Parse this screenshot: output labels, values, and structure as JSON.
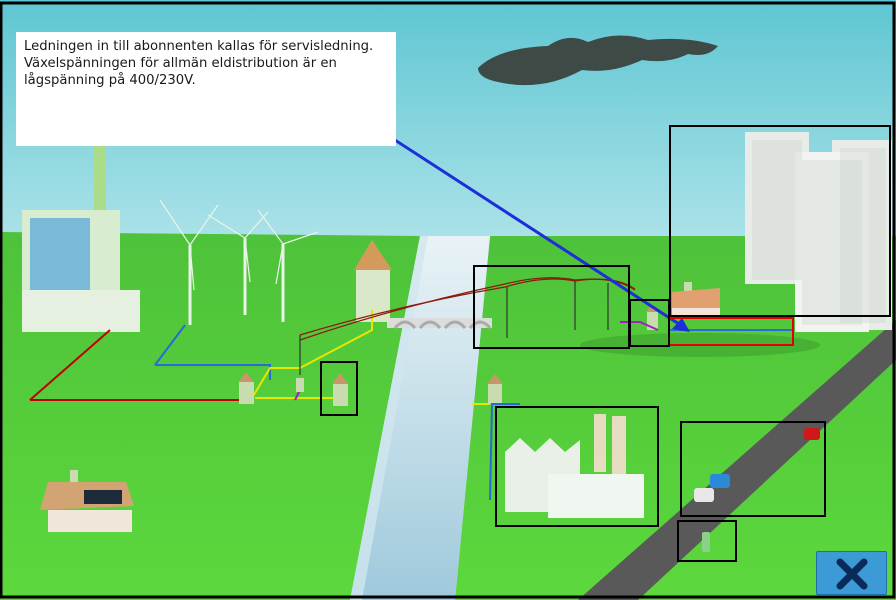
{
  "info": {
    "line1": "Ledningen in till abonnenten kallas för servisledning.",
    "line2": "Växelspänningen för allmän eldistribution är en",
    "line3": "lågspänning på 400/230V."
  },
  "close_button": {
    "icon": "close-icon",
    "icon_color": "#0a2b5a"
  },
  "colors": {
    "sky_top": "#cdeef2",
    "grass": "#59d43a",
    "river": "#b8d8e8",
    "road": "#5a5a5a",
    "arrow": "#1d2fd8",
    "line_red": "#c00000",
    "line_blue": "#2a6ad8",
    "line_yellow": "#e6e600",
    "line_purple": "#a020c0"
  }
}
